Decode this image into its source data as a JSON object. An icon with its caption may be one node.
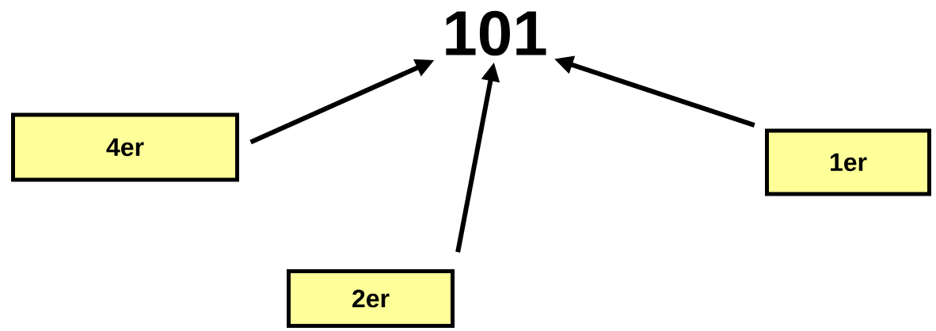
{
  "diagram": {
    "nodes": [
      {
        "text": [
          "101"
        ]
      },
      {
        "text": [
          "4er"
        ]
      },
      {
        "text": [
          "1er"
        ]
      },
      {
        "text": [
          "2er"
        ]
      }
    ],
    "edges": [
      {
        "from": 1,
        "to": 0,
        "arrow": "to"
      },
      {
        "from": 2,
        "to": 0,
        "arrow": "to"
      },
      {
        "from": 3,
        "to": 0,
        "arrow": "to"
      }
    ]
  }
}
